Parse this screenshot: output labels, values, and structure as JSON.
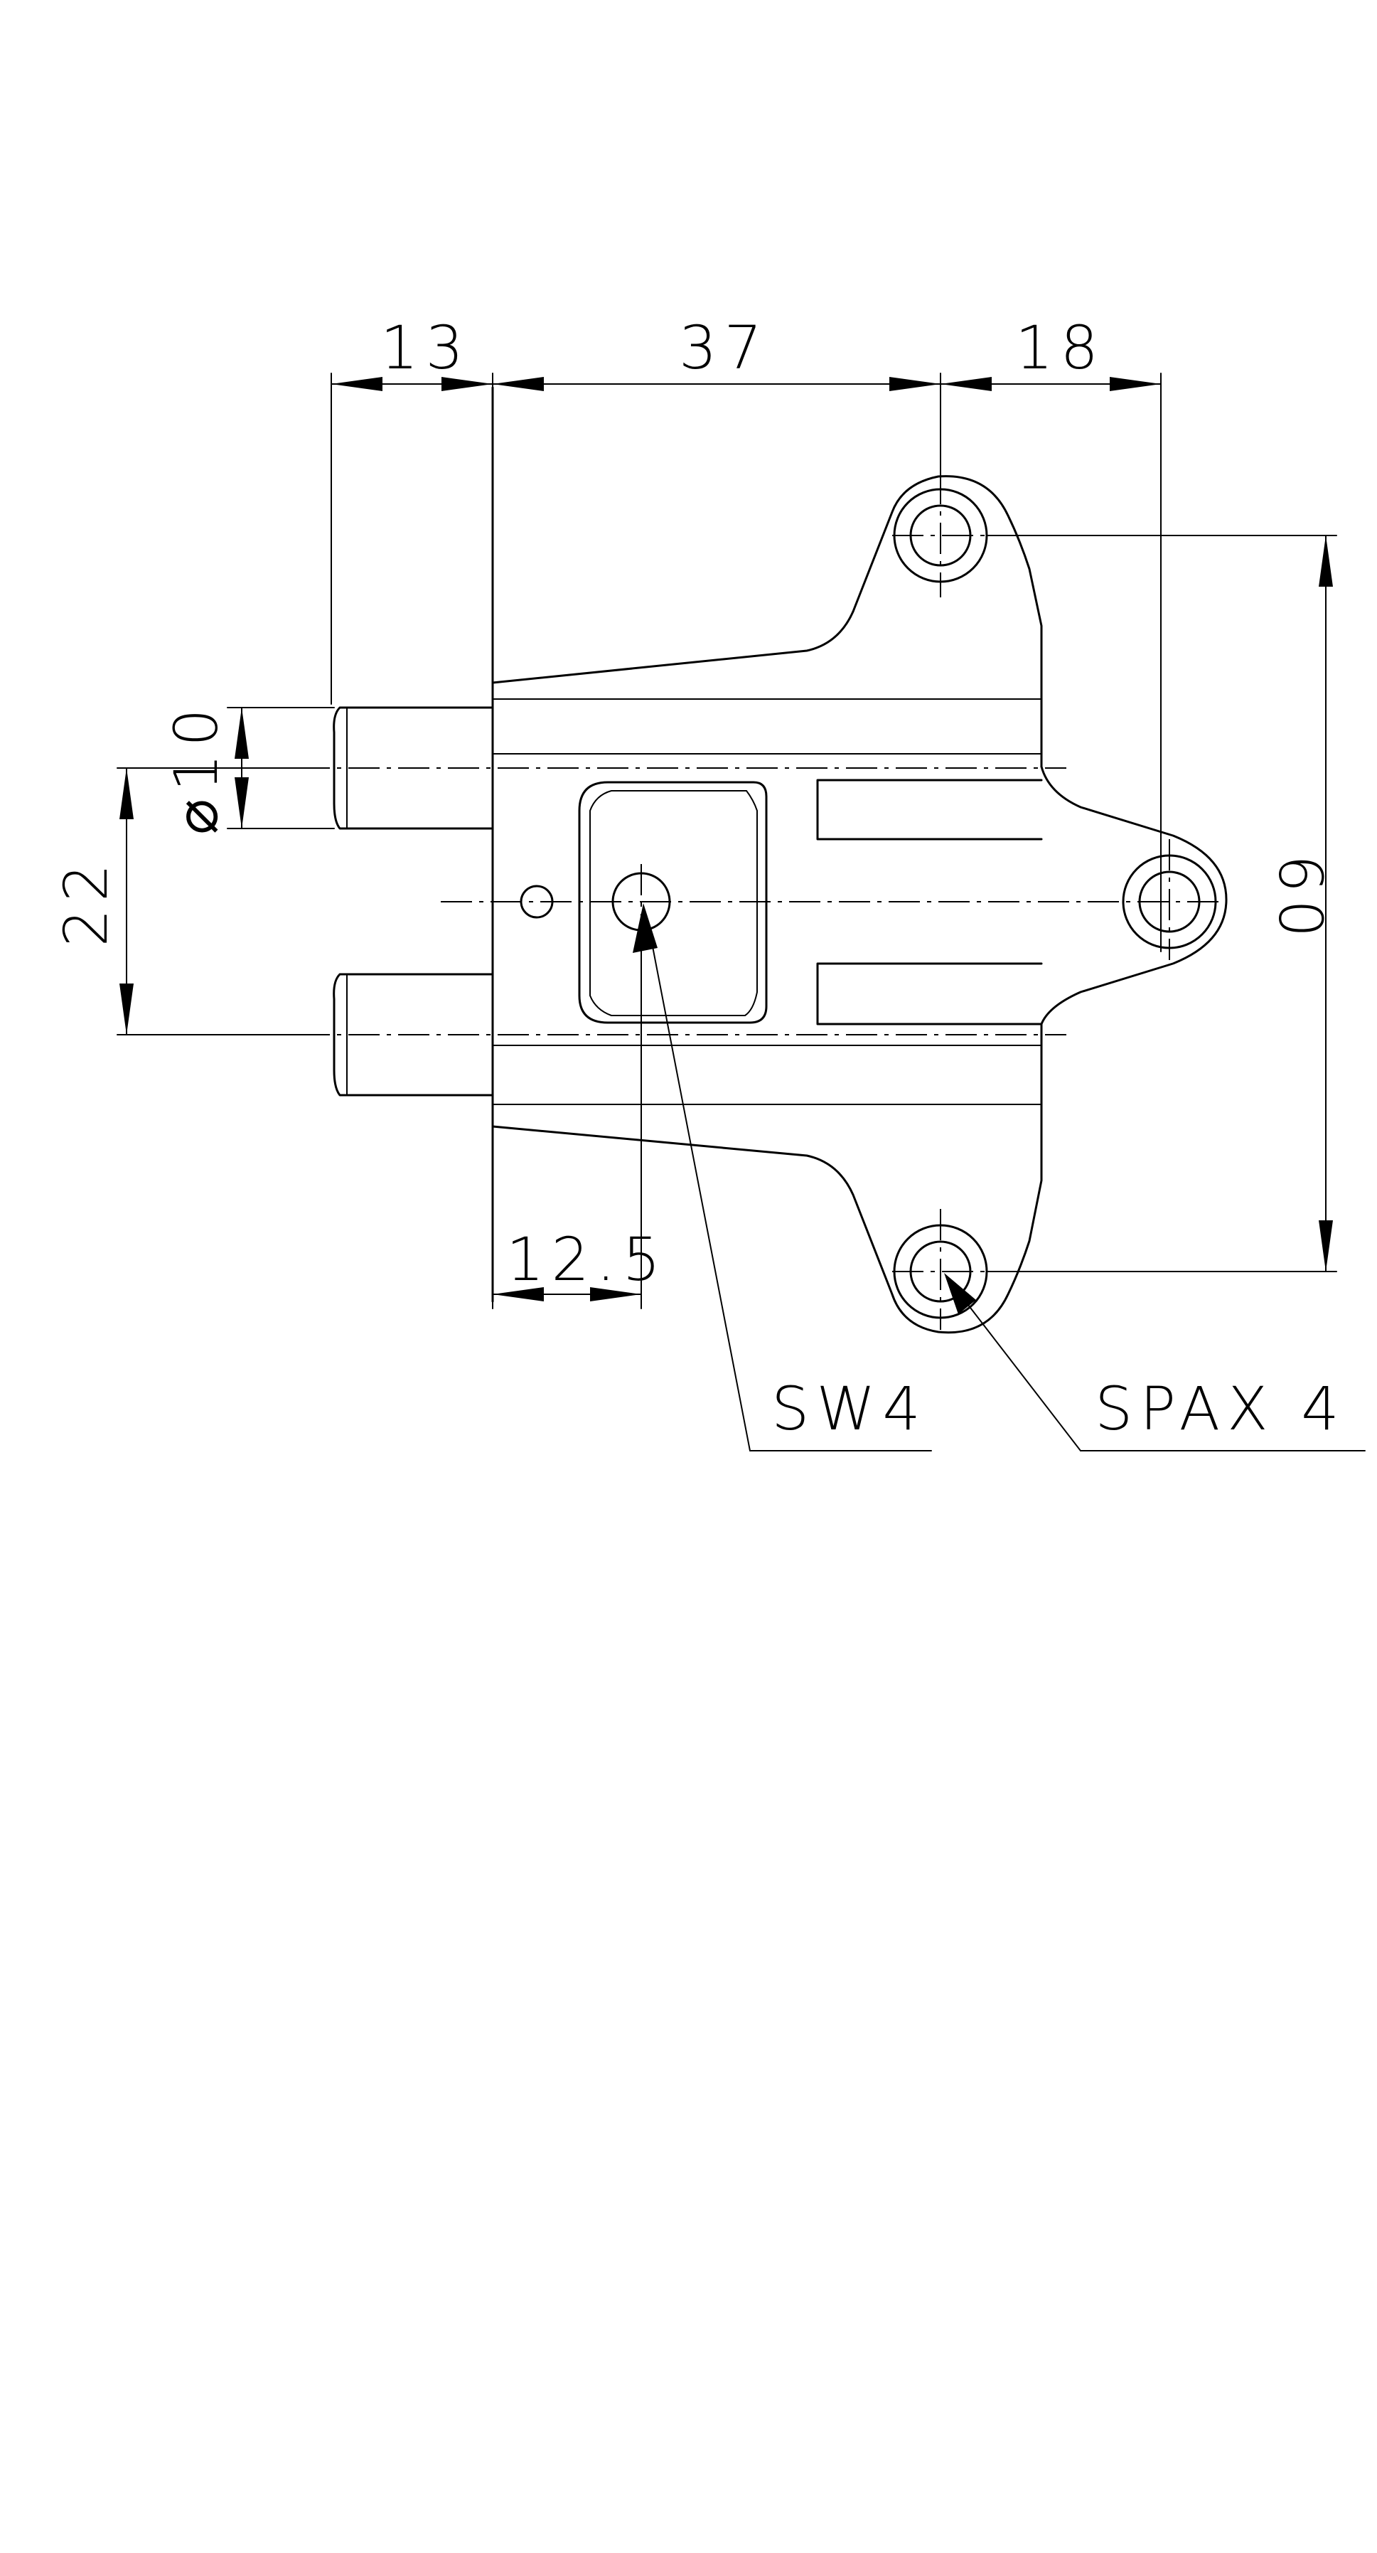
{
  "drawing": {
    "dimensions": {
      "d13": "13",
      "d37": "37",
      "d18": "18",
      "d60": "60",
      "d22": "22",
      "dia10": "⌀10",
      "d12_5": "12.5"
    },
    "callouts": {
      "sw4": "SW4",
      "spax4": "SPAX 4"
    }
  }
}
